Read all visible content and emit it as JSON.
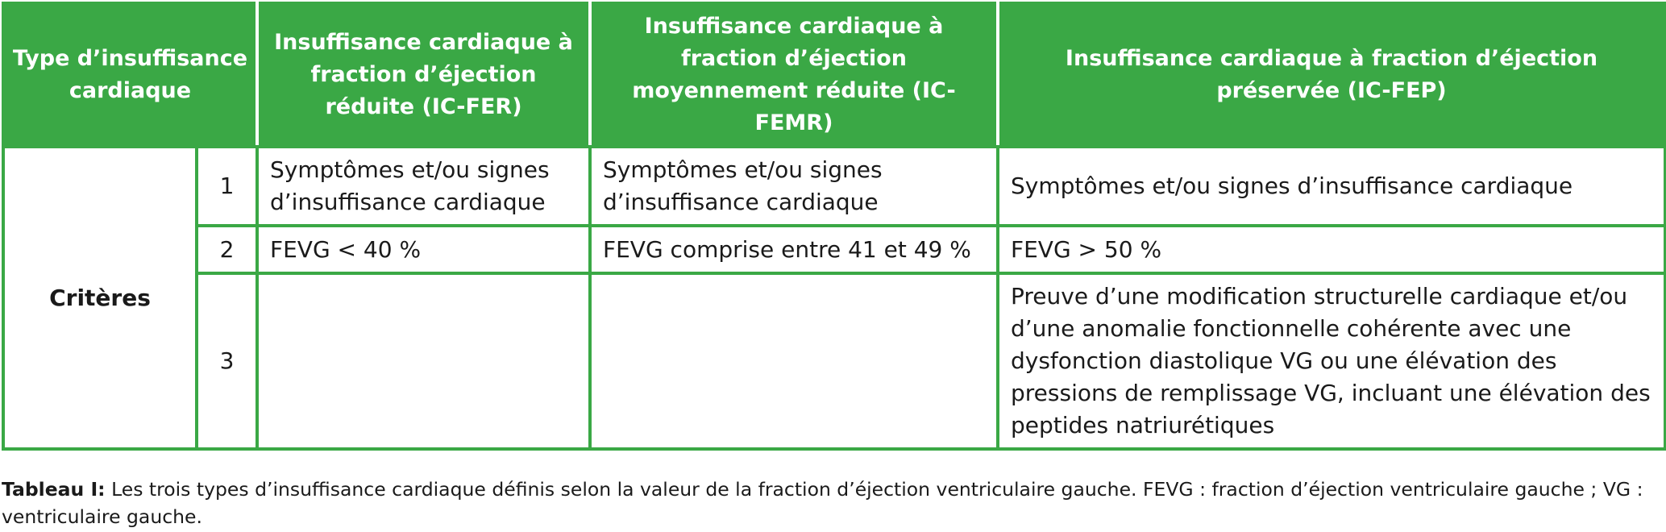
{
  "table": {
    "headers": {
      "type": "Type d’insuffisance cardiaque",
      "col1": "Insuffisance cardiaque à fraction d’éjection réduite (IC-FER)",
      "col2": "Insuffisance cardiaque à fraction d’éjection moyennement réduite (IC-FEMR)",
      "col3": "Insuffisance cardiaque à fraction d’éjection préservée (IC-FEP)"
    },
    "criteria_label": "Critères",
    "rows": [
      {
        "num": "1",
        "c1": "Symptômes et/ou signes d’insuffisance cardiaque",
        "c2": "Symptômes et/ou signes d’insuffisance cardiaque",
        "c3": "Symptômes et/ou signes d’insuffisance cardiaque"
      },
      {
        "num": "2",
        "c1": "FEVG < 40 %",
        "c2": "FEVG comprise entre 41 et 49 %",
        "c3": "FEVG > 50 %"
      },
      {
        "num": "3",
        "c1": "",
        "c2": "",
        "c3": "Preuve d’une modification structurelle cardiaque et/ou d’une anomalie fonctionnelle cohérente avec une dysfonction diastolique VG ou une élévation des pressions de remplissage VG, incluant une élévation des peptides natriurétiques"
      }
    ]
  },
  "caption": {
    "label": "Tableau I:",
    "text": " Les trois types d’insuffisance cardiaque définis selon la valeur de la fraction d’éjection ventriculaire gauche. FEVG : fraction d’éjection ventriculaire gauche ; VG : ventriculaire gauche."
  }
}
